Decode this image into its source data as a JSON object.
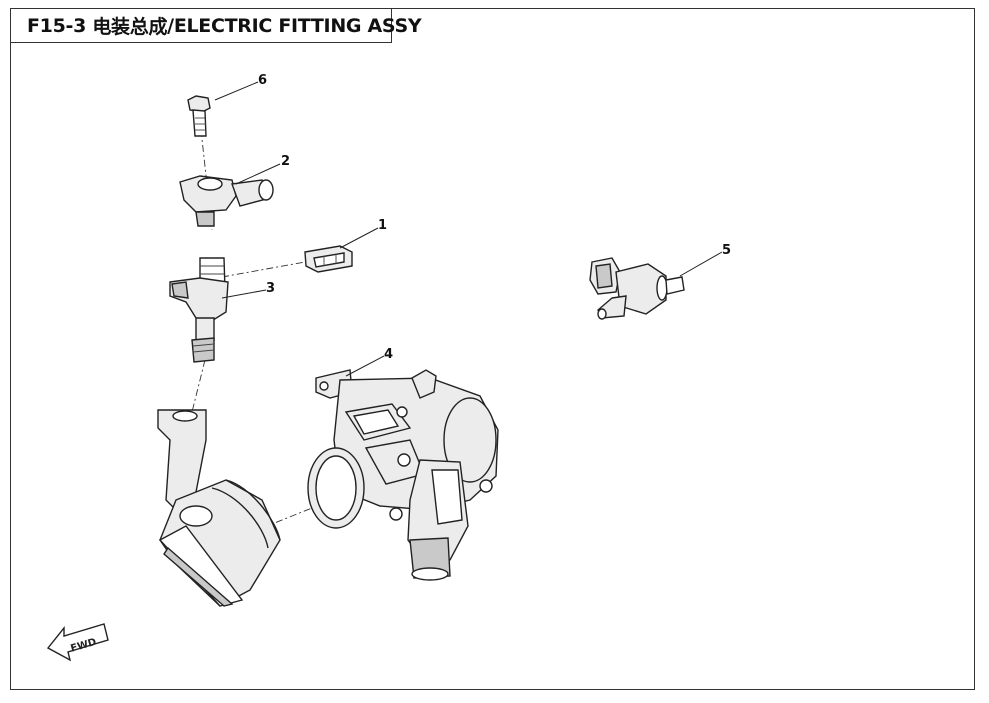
{
  "title": {
    "code": "F15-3",
    "name_cn": "电装总成",
    "separator": "/",
    "name_en": "ELECTRIC FITTING ASSY"
  },
  "callouts": [
    {
      "id": "1",
      "label": "1"
    },
    {
      "id": "2",
      "label": "2"
    },
    {
      "id": "3",
      "label": "3"
    },
    {
      "id": "4",
      "label": "4"
    },
    {
      "id": "5",
      "label": "5"
    },
    {
      "id": "6",
      "label": "6"
    }
  ],
  "direction_marker": {
    "label": "FWD"
  }
}
